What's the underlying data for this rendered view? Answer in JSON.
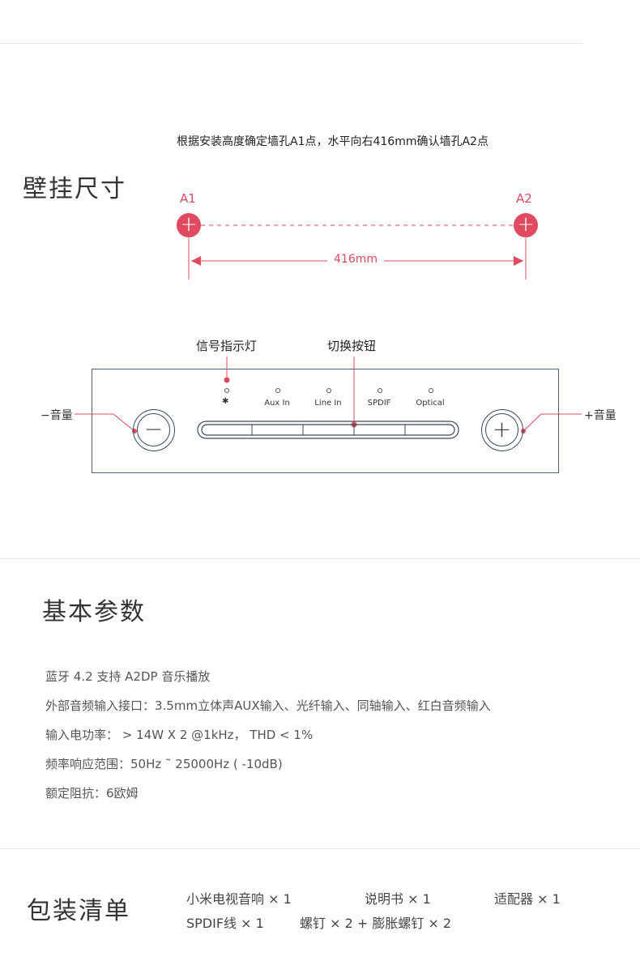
{
  "mount": {
    "title": "壁挂尺寸",
    "instruction": "根据安装高度确定墙孔A1点，水平向右416mm确认墙孔A2点",
    "point_a1": "A1",
    "point_a2": "A2",
    "distance": "416mm"
  },
  "panel": {
    "signal_light_label": "信号指示灯",
    "switch_button_label": "切换按钮",
    "vol_down_label": "−音量",
    "vol_up_label": "+音量",
    "vol_down_symbol": "−",
    "vol_up_symbol": "+",
    "sources": [
      "Aux In",
      "Line In",
      "SPDIF",
      "Optical"
    ]
  },
  "specs": {
    "title": "基本参数",
    "lines": [
      "蓝牙 4.2 支持 A2DP 音乐播放",
      "外部音频输入接口：3.5mm立体声AUX输入、光纤输入、同轴输入、红白音频输入",
      "输入电功率： > 14W X 2 @1kHz， THD < 1%",
      "频率响应范围：50Hz ˜ 25000Hz ( -10dB)",
      "额定阻抗：6欧姆"
    ]
  },
  "package": {
    "title": "包装清单",
    "items": [
      "小米电视音响 × 1",
      "说明书 × 1",
      "适配器 × 1",
      "SPDIF线 × 1",
      "螺钉 × 2 + 膨胀螺钉 × 2"
    ]
  },
  "colors": {
    "accent": "#e04a5f",
    "panel_line": "#4d5f73"
  }
}
